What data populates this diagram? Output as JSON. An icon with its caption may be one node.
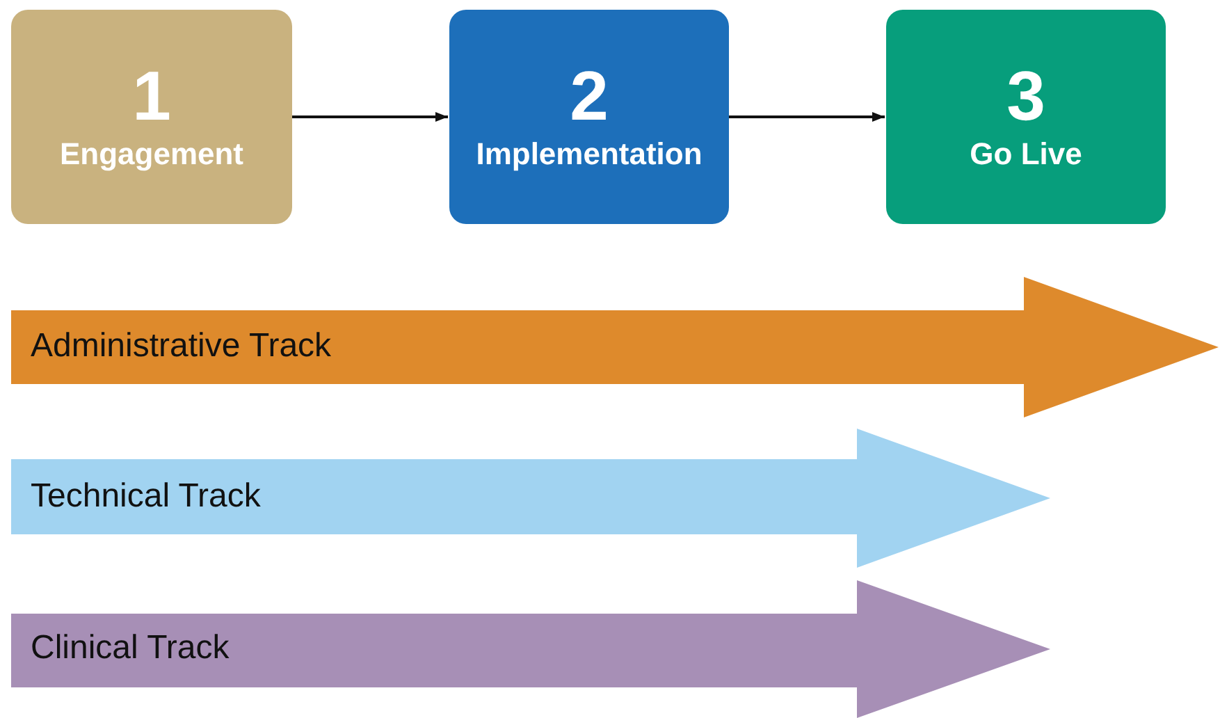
{
  "diagram": {
    "nodes": [
      {
        "text": [
          "1",
          "Engagement"
        ]
      },
      {
        "text": [
          "2",
          "Implementation"
        ]
      },
      {
        "text": [
          "3",
          "Go Live"
        ]
      },
      {
        "text": [
          "Administrative Track"
        ]
      },
      {
        "text": [
          "Technical Track"
        ]
      },
      {
        "text": [
          "Clinical Track"
        ]
      }
    ],
    "edges": [
      {
        "from": 0,
        "to": 1,
        "arrow": "to"
      },
      {
        "from": 1,
        "to": 2,
        "arrow": "to"
      }
    ]
  }
}
